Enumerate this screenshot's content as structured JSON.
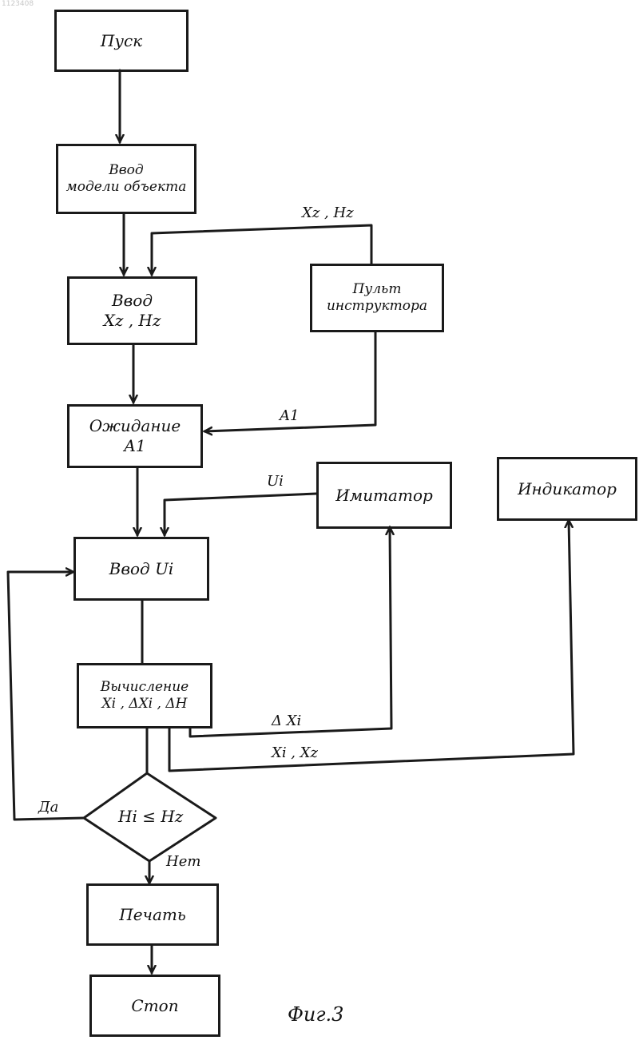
{
  "doc_number": "1123408",
  "blocks": {
    "start": "Пуск",
    "input_model": [
      "Ввод",
      "модели объекта"
    ],
    "input_xz_hz": [
      "Ввод",
      "Xz , Hz"
    ],
    "instructor_console": [
      "Пульт",
      "инструктора"
    ],
    "wait_a1": [
      "Ожидание",
      "A1"
    ],
    "simulator": "Имитатор",
    "indicator": "Индикатор",
    "input_ui": "Ввод Ui",
    "compute": [
      "Вычисление",
      "Xi , ΔXi , ΔH"
    ],
    "decision": "Hi ≤ Hz",
    "print": "Печать",
    "stop": "Стоп"
  },
  "edge_labels": {
    "xz_hz": "Xz , Hz",
    "a1": "A1",
    "ui": "Ui",
    "delta_xi": "Δ Xi",
    "xi_xz": "Xi , Xz",
    "yes": "Да",
    "no": "Нет"
  },
  "caption": "Фиг.3"
}
